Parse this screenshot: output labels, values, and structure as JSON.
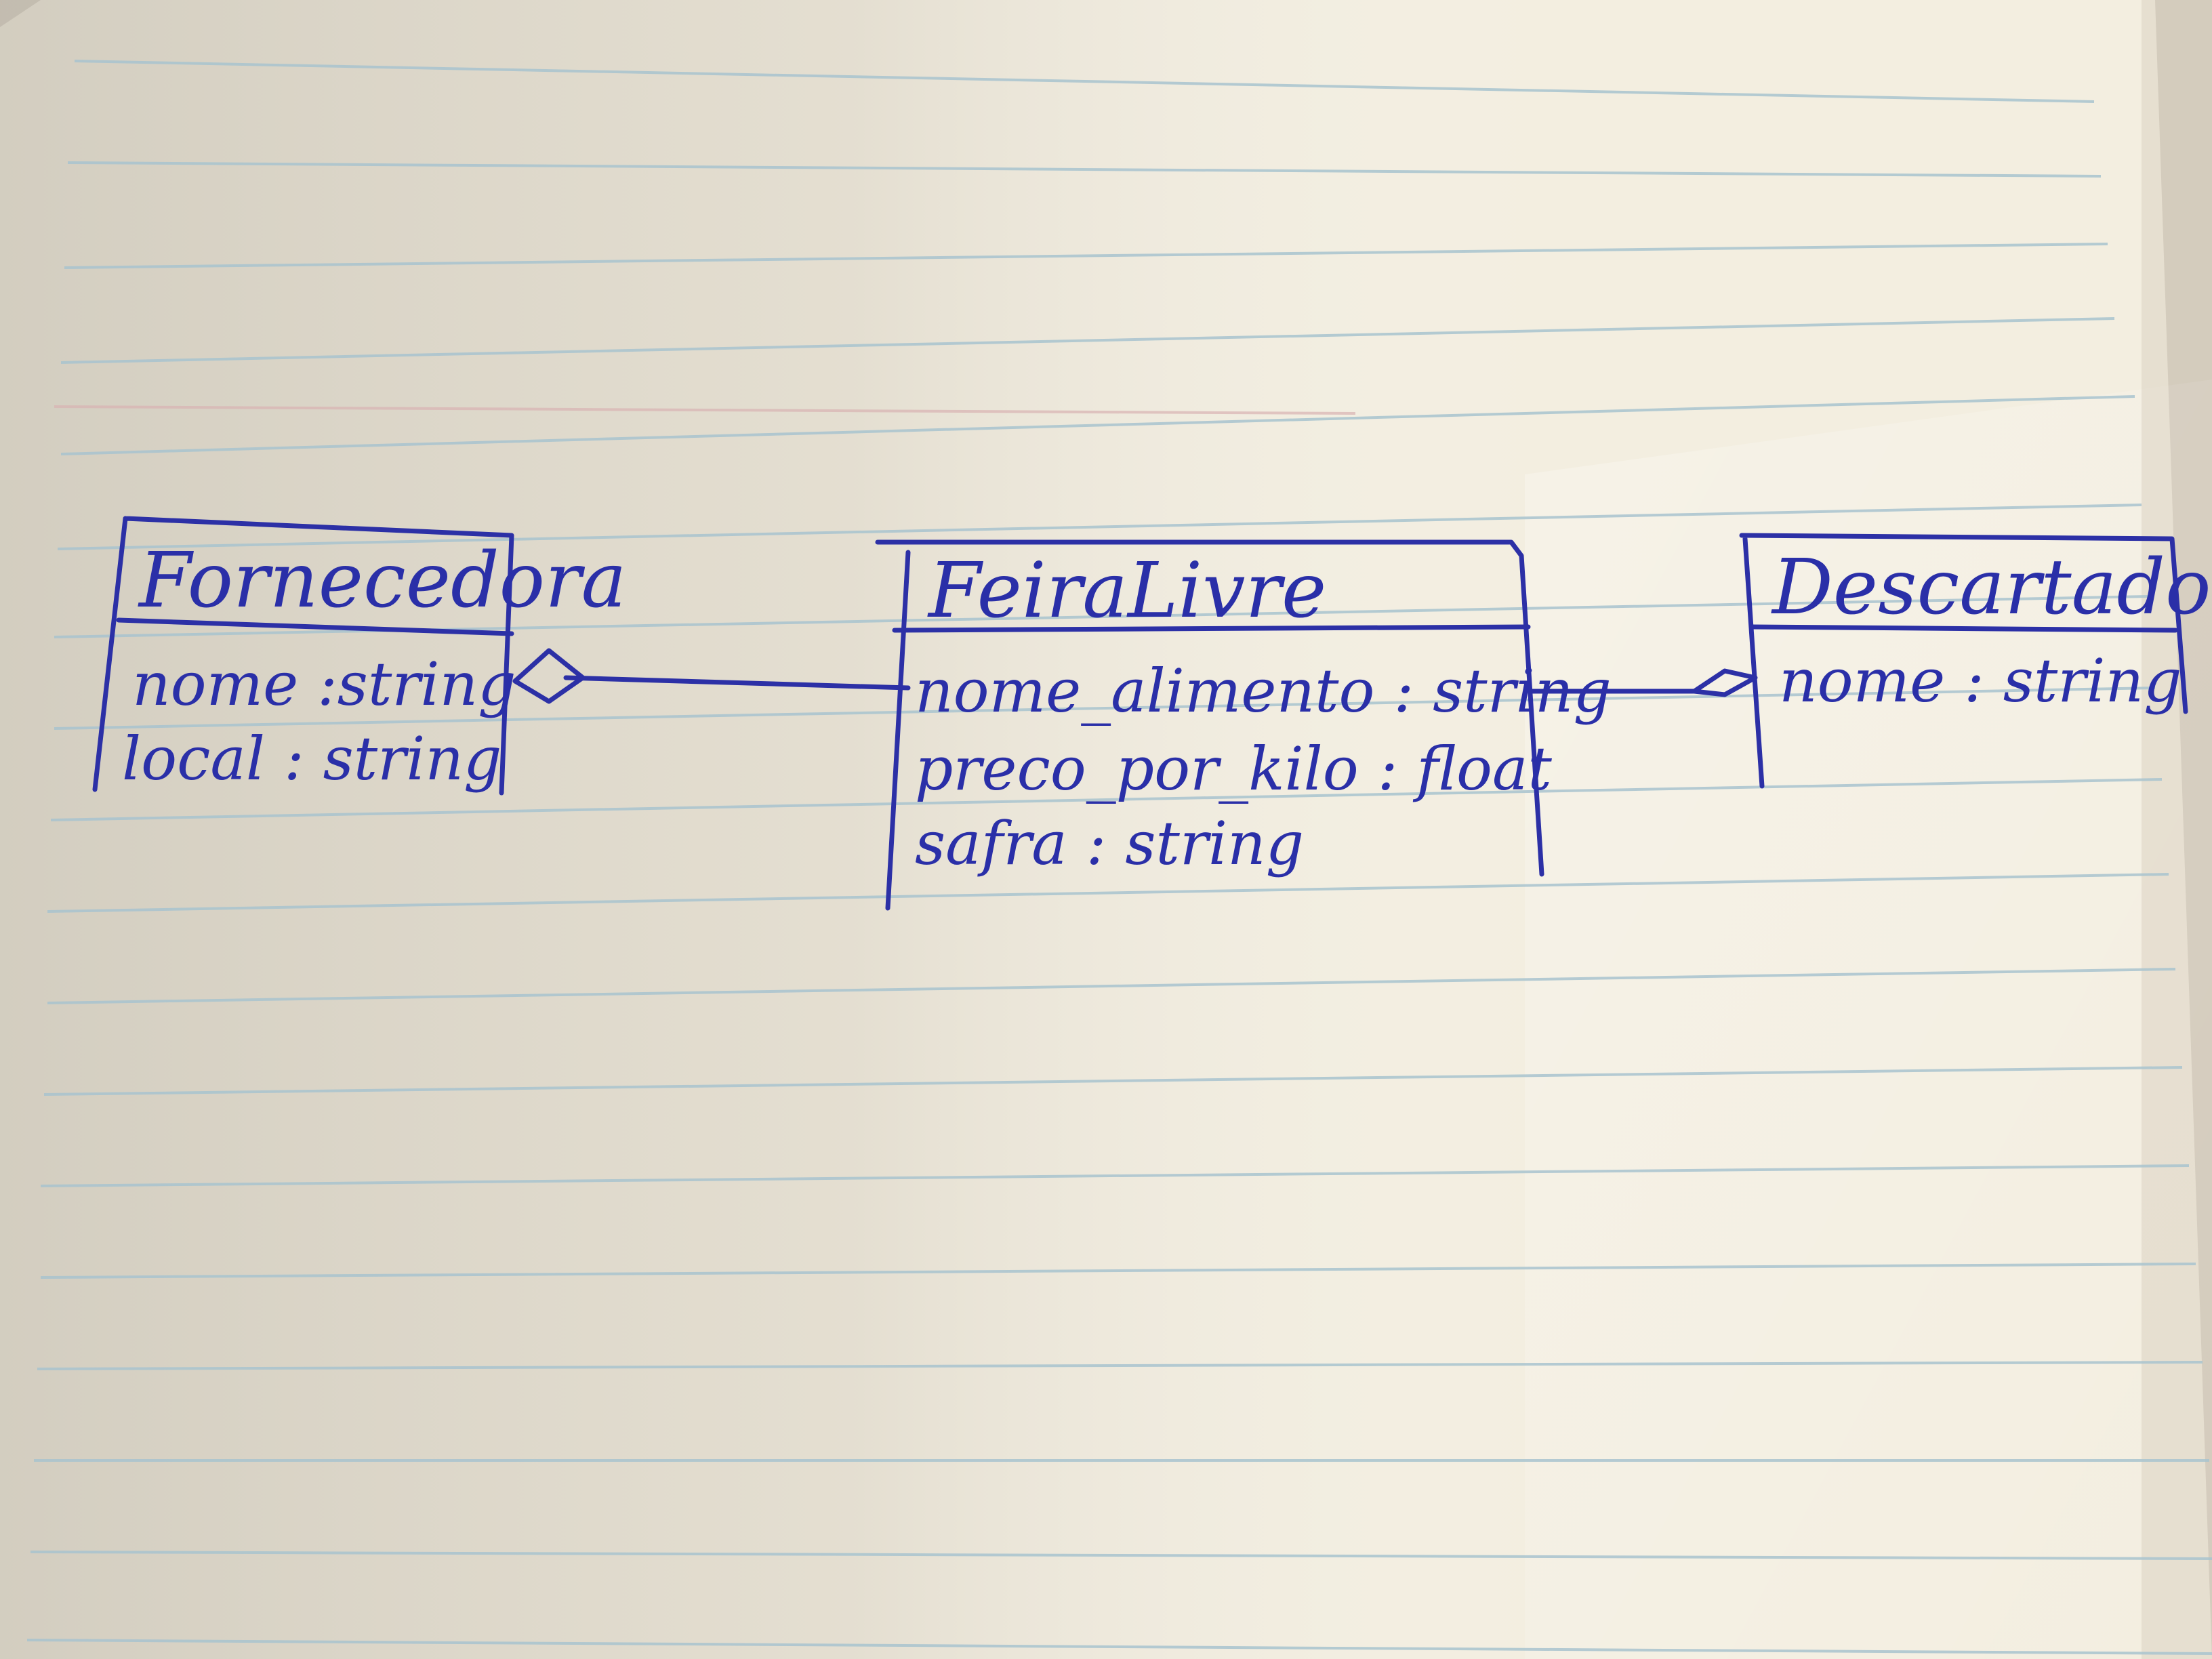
{
  "diagram": {
    "classes": [
      {
        "id": "fornecedora",
        "name": "Fornecedora",
        "attributes": [
          "nome :string",
          "local : string"
        ]
      },
      {
        "id": "feiralivre",
        "name": "FeiraLivre",
        "attributes": [
          "nome_alimento : string",
          "preco_por_kilo : float",
          "safra : string"
        ]
      },
      {
        "id": "descartadora",
        "name": "Descartadora",
        "attributes": [
          "nome : string"
        ]
      }
    ],
    "relations": [
      {
        "from": "feiralivre",
        "to": "fornecedora",
        "kind": "aggregation"
      },
      {
        "from": "feiralivre",
        "to": "descartadora",
        "kind": "aggregation"
      }
    ]
  },
  "colors": {
    "ink": "#2c30a6",
    "paper": "#f3eee0",
    "ruled_line": "#a9c4cf",
    "margin_line": "#d9b3b3"
  }
}
